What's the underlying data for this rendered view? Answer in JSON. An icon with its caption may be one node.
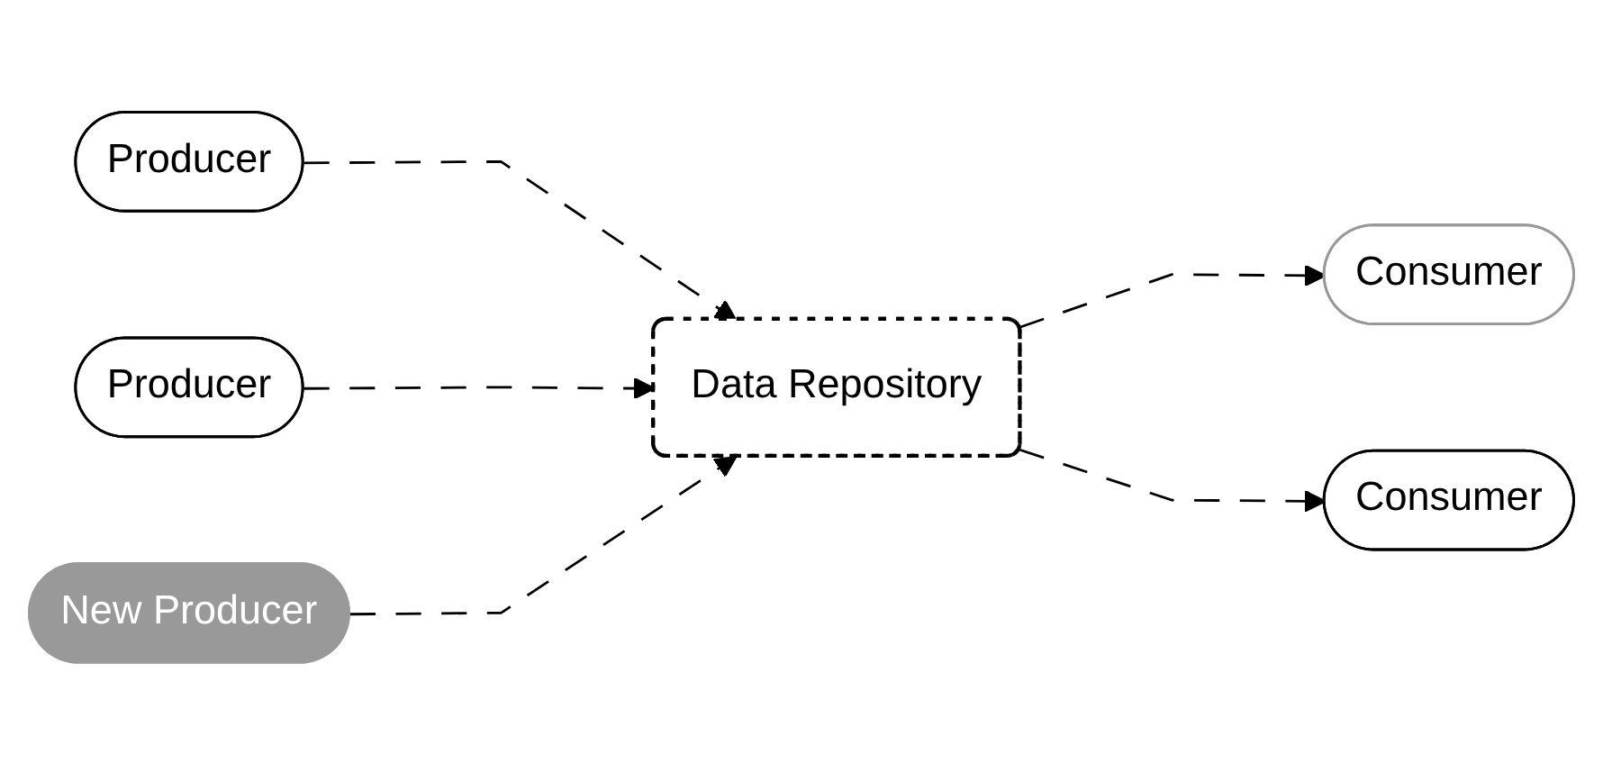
{
  "diagram": {
    "nodes": [
      {
        "text": [
          "Producer"
        ]
      },
      {
        "text": [
          "Producer"
        ]
      },
      {
        "text": [
          "Data Repository"
        ]
      },
      {
        "text": [
          "Consumer"
        ]
      },
      {
        "text": [
          "Consumer"
        ]
      },
      {
        "text": [
          "New Producer"
        ]
      }
    ],
    "edges": [
      {
        "from": 0,
        "to": 2,
        "arrow": "to",
        "style": "dashed"
      },
      {
        "from": 1,
        "to": 2,
        "arrow": "to",
        "style": "dashed"
      },
      {
        "from": 5,
        "to": 2,
        "arrow": "to",
        "style": "dashed"
      },
      {
        "from": 2,
        "to": 3,
        "arrow": "to",
        "style": "dashed"
      },
      {
        "from": 2,
        "to": 4,
        "arrow": "to",
        "style": "dashed"
      }
    ]
  }
}
